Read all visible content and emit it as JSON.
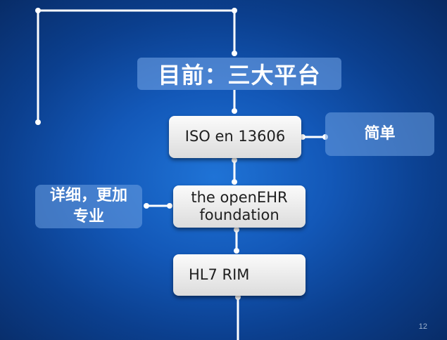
{
  "title": "目前：三大平台",
  "boxes": {
    "iso": "ISO en 13606",
    "openehr_line1": "the openEHR",
    "openehr_line2": "foundation",
    "hl7": "HL7 RIM"
  },
  "notes": {
    "simple": "简单",
    "detail_line1": "详细，更加",
    "detail_line2": "专业"
  },
  "page_number": "12"
}
